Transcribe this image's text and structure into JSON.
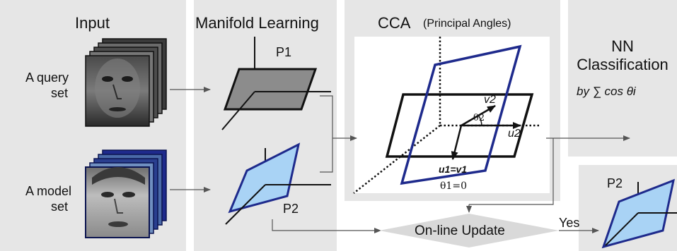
{
  "colors": {
    "panel": "#e6e6e6",
    "inner_panel": "#ffffff",
    "navy": "#1e2a8c",
    "light_blue": "#a9d3f5",
    "gray_plane": "#8c8c8c",
    "arrow": "#555555"
  },
  "input": {
    "title": "Input",
    "query_label_line1": "A query",
    "query_label_line2": "set",
    "model_label_line1": "A model",
    "model_label_line2": "set"
  },
  "manifold": {
    "title": "Manifold Learning",
    "p1_label": "P1",
    "p2_label": "P2"
  },
  "cca": {
    "title": "CCA",
    "subtitle": "(Principal Angles)",
    "v2_label": "v2",
    "theta2_label": "θ2",
    "u2_label": "u2",
    "u1v1_label": "u1=v1",
    "theta1_label": "θ1=0"
  },
  "nn": {
    "title_line1": "NN",
    "title_line2": "Classification",
    "formula": "by ∑ cos θi"
  },
  "update": {
    "label": "On-line Update",
    "yes_label": "Yes",
    "p2_label": "P2"
  },
  "icons": [
    "face-image-stack",
    "face-image-stack",
    "subspace-plane",
    "subspace-plane",
    "subspace-plane"
  ]
}
